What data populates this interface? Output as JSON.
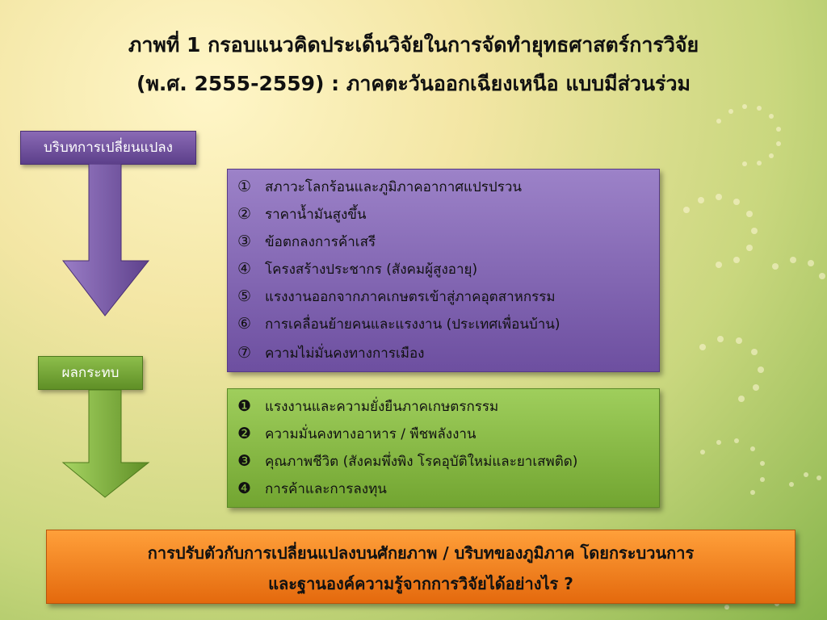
{
  "title": {
    "line1": "ภาพที่ 1  กรอบแนวคิดประเด็นวิจัยในการจัดทำยุทธศาสตร์การวิจัย",
    "line2": "(พ.ศ. 2555-2559)  :  ภาคตะวันออกเฉียงเหนือ แบบมีส่วนร่วม"
  },
  "context_label": "บริบทการเปลี่ยนแปลง",
  "impact_label": "ผลกระทบ",
  "context_items": [
    {
      "num": "①",
      "text": "สภาวะโลกร้อนและภูมิภาคอากาศแปรปรวน"
    },
    {
      "num": "②",
      "text": "ราคาน้ำมันสูงขึ้น"
    },
    {
      "num": "③",
      "text": "ข้อตกลงการค้าเสรี"
    },
    {
      "num": "④",
      "text": "โครงสร้างประชากร  (สังคมผู้สูงอายุ)"
    },
    {
      "num": "⑤",
      "text": "แรงงานออกจากภาคเกษตรเข้าสู่ภาคอุตสาหกรรม"
    },
    {
      "num": "⑥",
      "text": "การเคลื่อนย้ายคนและแรงงาน (ประเทศเพื่อนบ้าน)"
    },
    {
      "num": "⑦",
      "text": "ความไม่มั่นคงทางการเมือง"
    }
  ],
  "impact_items": [
    {
      "num": "❶",
      "text": "แรงงานและความยั่งยืนภาคเกษตรกรรม"
    },
    {
      "num": "❷",
      "text": "ความมั่นคงทางอาหาร / พืชพลังงาน"
    },
    {
      "num": "❸",
      "text": "คุณภาพชีวิต (สังคมพึ่งพิง โรคอุบัติใหม่และยาเสพติด)"
    },
    {
      "num": "❹",
      "text": "การค้าและการลงทุน"
    }
  ],
  "conclusion": {
    "line1": "การปรับตัวกับการเปลี่ยนแปลงบนศักยภาพ / บริบทของภูมิภาค โดยกระบวนการ",
    "line2": "และฐานองค์ความรู้จากการวิจัยได้อย่างไร  ?"
  },
  "colors": {
    "purple": "#7a5aa8",
    "green": "#7fb03a",
    "orange": "#f28a22"
  }
}
